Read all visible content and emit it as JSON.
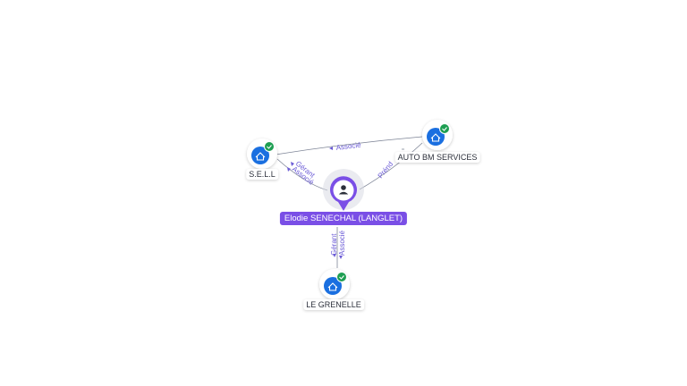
{
  "colors": {
    "edge": "#7d8496",
    "edge_label": "#6b5bd6",
    "company_icon": "#1a6fe0",
    "check_badge": "#1e9e52",
    "person_pin": "#7a4fe6",
    "person_halo": "#d9dbe3"
  },
  "person": {
    "name": "Elodie SENECHAL (LANGLET)",
    "icon": "person-icon"
  },
  "companies": [
    {
      "id": "sell",
      "name": "S.E.L.L",
      "icon": "company-icon",
      "verified": true
    },
    {
      "id": "autobm",
      "name": "AUTO BM SERVICES",
      "icon": "company-icon",
      "verified": true
    },
    {
      "id": "grenelle",
      "name": "LE GRENELLE",
      "icon": "company-icon",
      "verified": true
    }
  ],
  "edges": [
    {
      "id": "sell-autobm",
      "labels": [
        "Associé"
      ]
    },
    {
      "id": "person-sell",
      "labels": [
        "Gérant",
        "Associé"
      ]
    },
    {
      "id": "person-autobm",
      "labels": [
        "Prénd"
      ]
    },
    {
      "id": "person-grenelle",
      "labels": [
        "Gérant",
        "Associé"
      ]
    }
  ]
}
